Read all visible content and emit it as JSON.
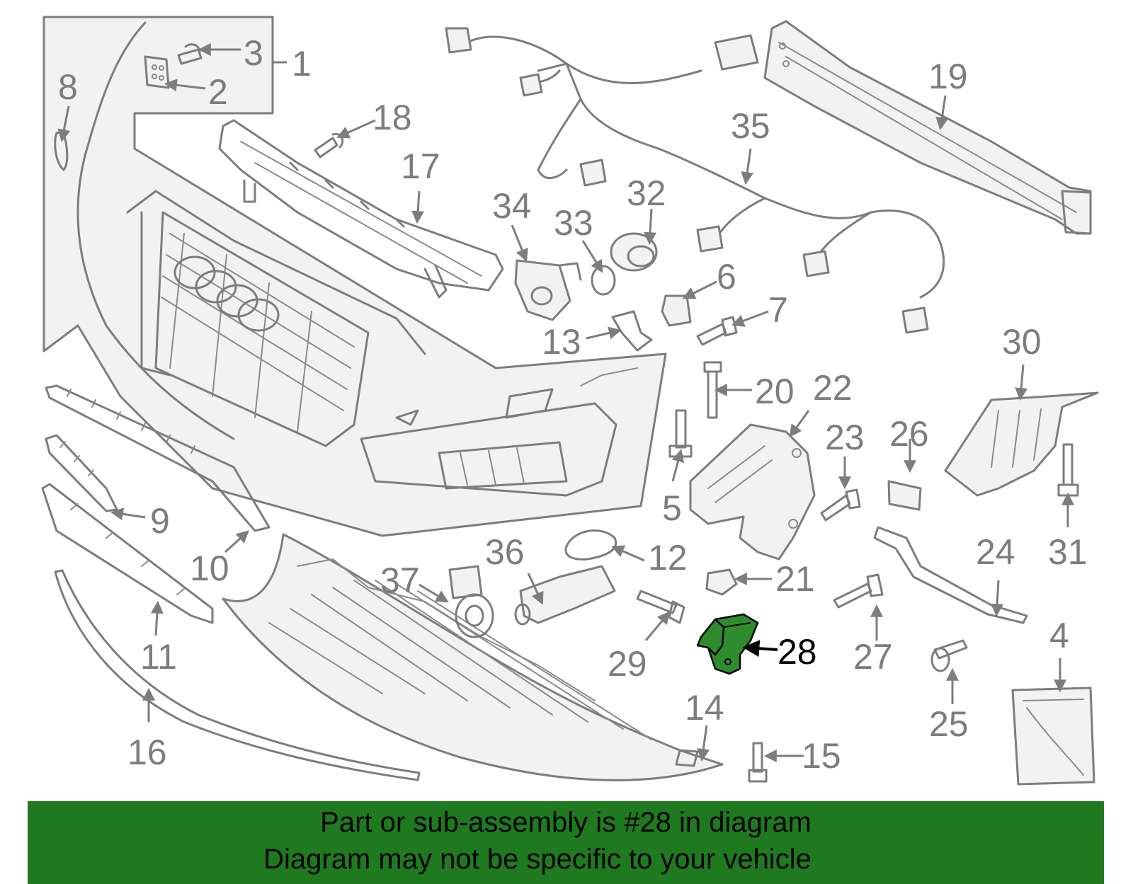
{
  "callouts": {
    "c1": "1",
    "c2": "2",
    "c3": "3",
    "c4": "4",
    "c5": "5",
    "c6": "6",
    "c7": "7",
    "c8": "8",
    "c9": "9",
    "c10": "10",
    "c11": "11",
    "c12": "12",
    "c13": "13",
    "c14": "14",
    "c15": "15",
    "c16": "16",
    "c17": "17",
    "c18": "18",
    "c19": "19",
    "c20": "20",
    "c21": "21",
    "c22": "22",
    "c23": "23",
    "c24": "24",
    "c25": "25",
    "c26": "26",
    "c27": "27",
    "c28": "28",
    "c29": "29",
    "c30": "30",
    "c31": "31",
    "c32": "32",
    "c33": "33",
    "c34": "34",
    "c35": "35",
    "c36": "36",
    "c37": "37"
  },
  "highlight": {
    "part_number": "28",
    "color": "#2e8b2e"
  },
  "banner": {
    "line1": "Part or sub-assembly is #28 in diagram",
    "line2": "Diagram may not be specific to your vehicle",
    "background": "#1f7a1f"
  }
}
